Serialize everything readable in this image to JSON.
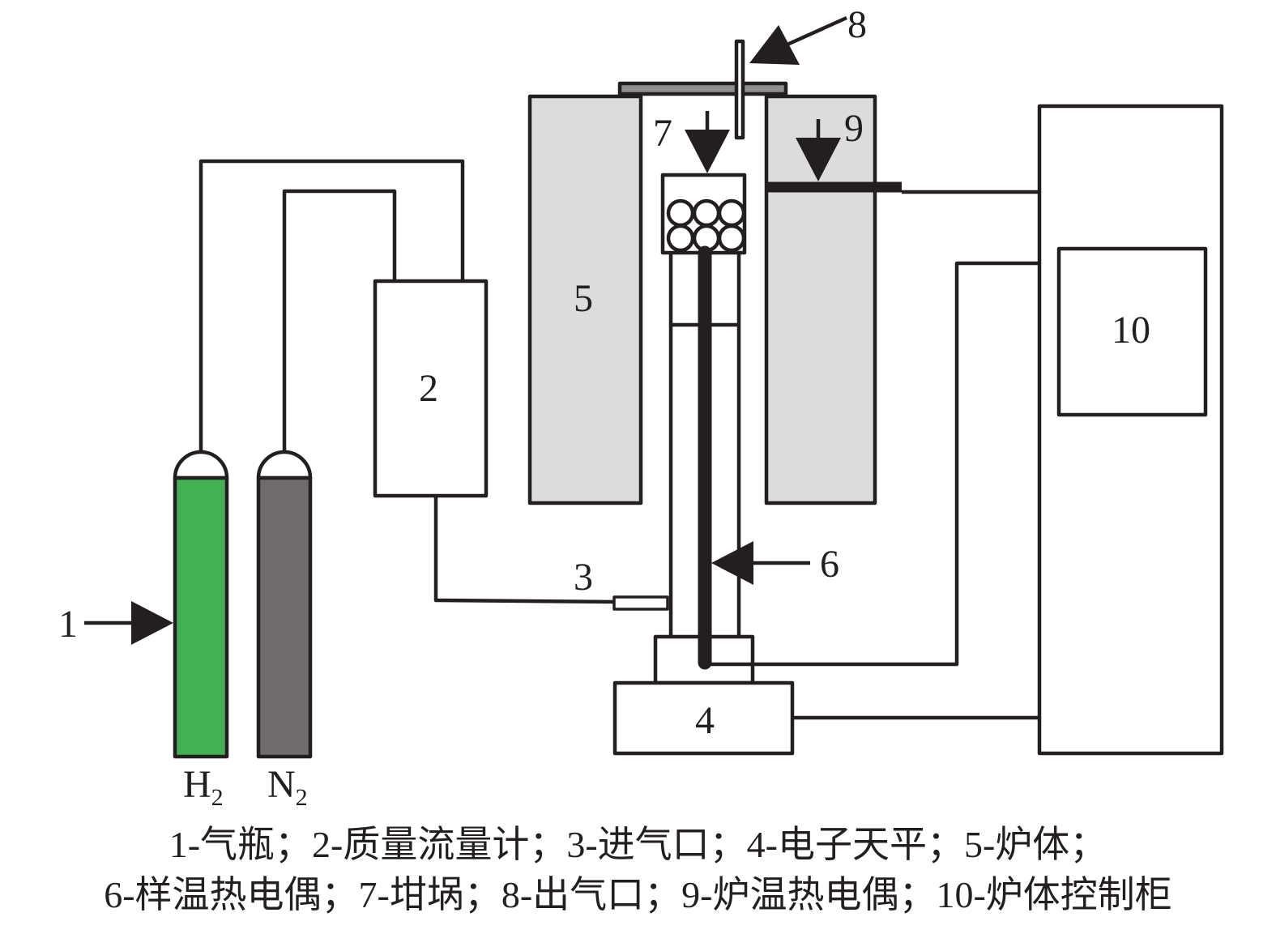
{
  "title": "Experimental apparatus schematic",
  "colors": {
    "stroke": "#231f20",
    "furnace_fill": "#dcdcdc",
    "lid_fill": "#8f8f8f",
    "h2_cylinder": "#41b153",
    "n2_cylinder": "#6e6c6d",
    "background": "#ffffff"
  },
  "components": [
    {
      "id": "1",
      "name": "气瓶"
    },
    {
      "id": "2",
      "name": "质量流量计"
    },
    {
      "id": "3",
      "name": "进气口"
    },
    {
      "id": "4",
      "name": "电子天平"
    },
    {
      "id": "5",
      "name": "炉体"
    },
    {
      "id": "6",
      "name": "样温热电偶"
    },
    {
      "id": "7",
      "name": "坩埚"
    },
    {
      "id": "8",
      "name": "出气口"
    },
    {
      "id": "9",
      "name": "炉温热电偶"
    },
    {
      "id": "10",
      "name": "炉体控制柜"
    }
  ],
  "labels": {
    "n1": "1",
    "n2": "2",
    "n3": "3",
    "n4": "4",
    "n5": "5",
    "n6": "6",
    "n7": "7",
    "n8": "8",
    "n9": "9",
    "n10": "10"
  },
  "gases": {
    "h2_main": "H",
    "h2_sub": "2",
    "n2_main": "N",
    "n2_sub": "2"
  },
  "caption": {
    "line1": "1-气瓶；2-质量流量计；3-进气口；4-电子天平；5-炉体；",
    "line2": "6-样温热电偶；7-坩埚；8-出气口；9-炉温热电偶；10-炉体控制柜"
  }
}
